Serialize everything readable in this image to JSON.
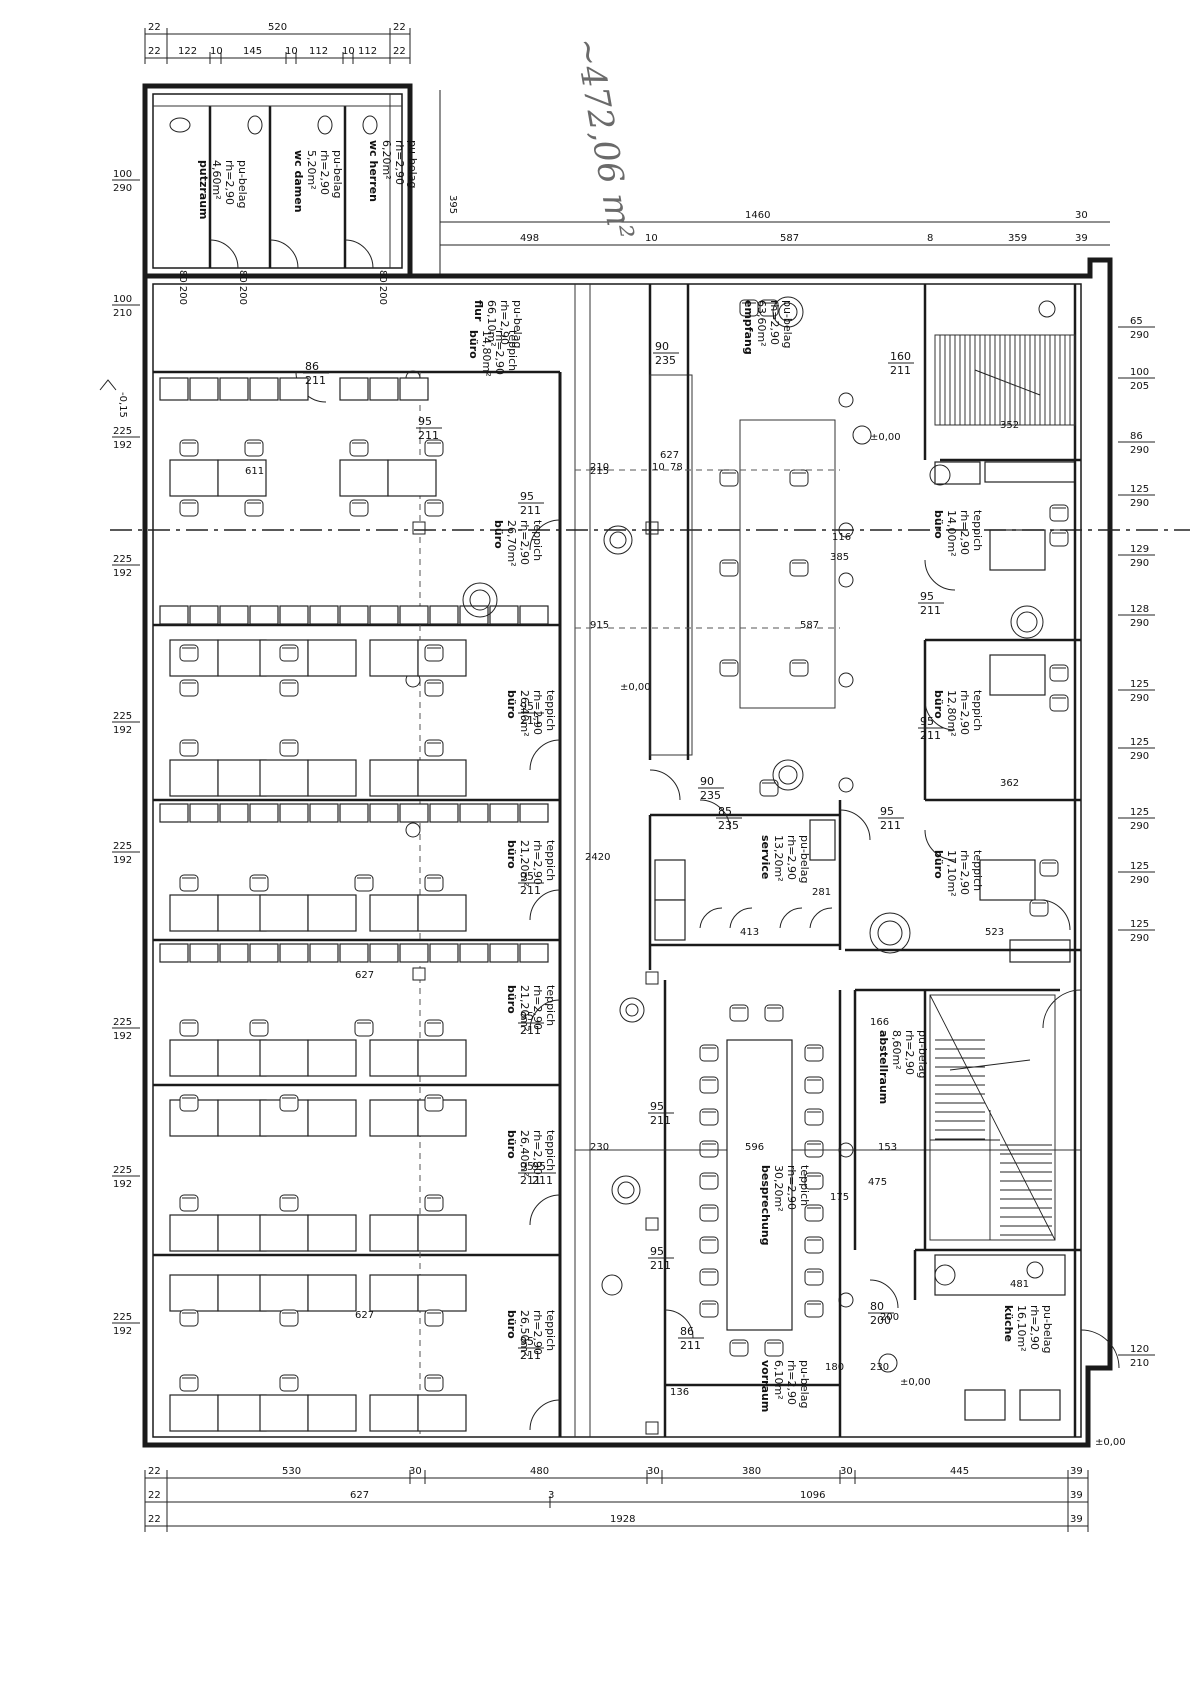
{
  "annotation": {
    "handwritten_area": "~472,06 m²"
  },
  "top_dims": {
    "row1": [
      "22",
      "520",
      "22"
    ],
    "row2": [
      "22",
      "122",
      "10",
      "145",
      "10",
      "112",
      "10",
      "112",
      "22"
    ],
    "row3": [
      "1460",
      "30"
    ],
    "row4": [
      "498",
      "10",
      "587",
      "8",
      "359",
      "39"
    ],
    "vertical": "395"
  },
  "bottom_dims": {
    "row1": [
      "22",
      "530",
      "30",
      "480",
      "30",
      "380",
      "30",
      "445",
      "39"
    ],
    "row2": [
      "22",
      "627",
      "3",
      "1096",
      "39"
    ],
    "row3": [
      "22",
      "1928",
      "39"
    ]
  },
  "left_windows": [
    {
      "w": "100",
      "h": "290"
    },
    {
      "w": "100",
      "h": "210"
    },
    {
      "w": "225",
      "h": "192"
    },
    {
      "w": "225",
      "h": "192"
    },
    {
      "w": "225",
      "h": "192"
    },
    {
      "w": "225",
      "h": "192"
    },
    {
      "w": "225",
      "h": "192"
    },
    {
      "w": "225",
      "h": "192"
    },
    {
      "w": "225",
      "h": "192"
    }
  ],
  "level_left": "-0,15",
  "right_windows": [
    {
      "w": "65",
      "h": "290"
    },
    {
      "w": "100",
      "h": "205"
    },
    {
      "w": "86",
      "h": "290"
    },
    {
      "w": "125",
      "h": "290"
    },
    {
      "w": "129",
      "h": "290"
    },
    {
      "w": "128",
      "h": "290"
    },
    {
      "w": "125",
      "h": "290"
    },
    {
      "w": "125",
      "h": "290"
    },
    {
      "w": "125",
      "h": "290"
    },
    {
      "w": "125",
      "h": "290"
    },
    {
      "w": "125",
      "h": "290"
    },
    {
      "w": "120",
      "h": "210"
    }
  ],
  "rooms": [
    {
      "name": "wc herren",
      "lines": [
        "6,20m²",
        "rh=2,90",
        "pu-belag"
      ]
    },
    {
      "name": "wc damen",
      "lines": [
        "5,20m²",
        "rh=2,90",
        "pu-belag"
      ]
    },
    {
      "name": "putzraum",
      "lines": [
        "4,60m²",
        "rh=2,90",
        "pu-belag"
      ]
    },
    {
      "name": "flur",
      "lines": [
        "66,10m²",
        "rh=2,90",
        "pu-belag"
      ]
    },
    {
      "name": "empfang",
      "lines": [
        "63,60m²",
        "rh=2,90",
        "pu-belag"
      ]
    },
    {
      "name": "büro",
      "lines": [
        "26,70m²",
        "rh=2,90",
        "teppich"
      ]
    },
    {
      "name": "büro",
      "lines": [
        "14,80m²",
        "rh=2,90",
        "teppich"
      ]
    },
    {
      "name": "büro",
      "lines": [
        "26,40m²",
        "rh=2,90",
        "teppich"
      ]
    },
    {
      "name": "büro",
      "lines": [
        "21,20m²",
        "rh=2,90",
        "teppich"
      ]
    },
    {
      "name": "büro",
      "lines": [
        "21,20m²",
        "rh=2,90",
        "teppich"
      ]
    },
    {
      "name": "büro",
      "lines": [
        "26,40m²",
        "rh=2,90",
        "teppich"
      ]
    },
    {
      "name": "büro",
      "lines": [
        "26,50m²",
        "rh=2,90",
        "teppich"
      ]
    },
    {
      "name": "büro",
      "lines": [
        "14,00m²",
        "rh=2,90",
        "teppich"
      ]
    },
    {
      "name": "büro",
      "lines": [
        "12,80m²",
        "rh=2,90",
        "teppich"
      ]
    },
    {
      "name": "büro",
      "lines": [
        "17,10m²",
        "rh=2,90",
        "teppich"
      ]
    },
    {
      "name": "service",
      "lines": [
        "13,20m²",
        "rh=2,90",
        "pu-belag"
      ]
    },
    {
      "name": "abstellraum",
      "lines": [
        "8,60m²",
        "rh=2,90",
        "pu-belag"
      ]
    },
    {
      "name": "besprechung",
      "lines": [
        "30,20m²",
        "rh=2,90",
        "teppich"
      ]
    },
    {
      "name": "vorraum",
      "lines": [
        "6,10m²",
        "rh=2,90",
        "pu-belag"
      ]
    },
    {
      "name": "küche",
      "lines": [
        "16,10m²",
        "rh=2,90",
        "pu-belag"
      ]
    }
  ],
  "door_labels": [
    "95\n211",
    "95\n211",
    "95\n211",
    "95\n211",
    "95\n211",
    "95\n211",
    "95\n211",
    "95\n211",
    "95\n211",
    "95\n211",
    "95\n211",
    "95\n211",
    "90\n235",
    "90\n235",
    "160\n211",
    "86\n211",
    "86\n211",
    "80\n200",
    "95\n211",
    "85\n235"
  ],
  "wc_doors": [
    "80\n200",
    "80\n200",
    "80\n200"
  ],
  "misc_labels": {
    "level_00_a": "±0,00",
    "level_00_b": "±0,00",
    "level_00_c": "±0,00",
    "level_00_d": "±0,00",
    "dim_627": "627",
    "dim_627b": "627",
    "dim_627c": "627",
    "dim_2420": "2420",
    "dim_230": "230",
    "dim_596": "596",
    "dim_153": "153",
    "dim_352": "352",
    "dim_413": "413",
    "dim_523": "523",
    "dim_362": "362",
    "dim_481": "481",
    "dim_475": "475",
    "dim_385": "385",
    "dim_611": "611",
    "dim_215": "215",
    "dim_210": "210",
    "dim_10a": "10",
    "dim_78": "78",
    "dim_915": "915",
    "dim_587": "587",
    "dim_116": "116",
    "dim_200": "200",
    "dim_230b": "230",
    "dim_166": "166",
    "dim_180": "180",
    "dim_136": "136",
    "dim_175": "175",
    "dim_281": "281"
  }
}
